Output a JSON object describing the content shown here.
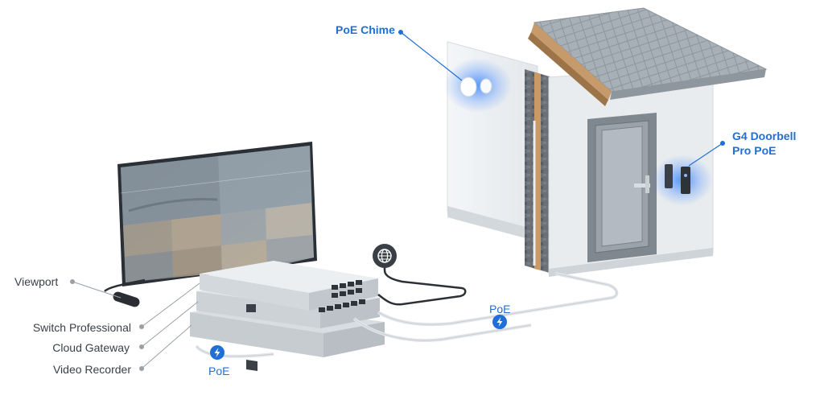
{
  "labels": {
    "poe_chime": "PoE Chime",
    "doorbell_line1": "G4 Doorbell",
    "doorbell_line2": "Pro PoE",
    "viewport": "Viewport",
    "switch_professional": "Switch Professional",
    "cloud_gateway": "Cloud Gateway",
    "video_recorder": "Video Recorder",
    "poe_near_door": "PoE",
    "poe_near_stack": "PoE"
  },
  "icons": {
    "internet": "globe-icon",
    "power": "lightning-bolt-icon"
  },
  "colors": {
    "accent": "#1f6fd6",
    "label_text": "#3a3f47",
    "leader_dot": "#9aa0a6",
    "glow": "#2b7bff"
  }
}
